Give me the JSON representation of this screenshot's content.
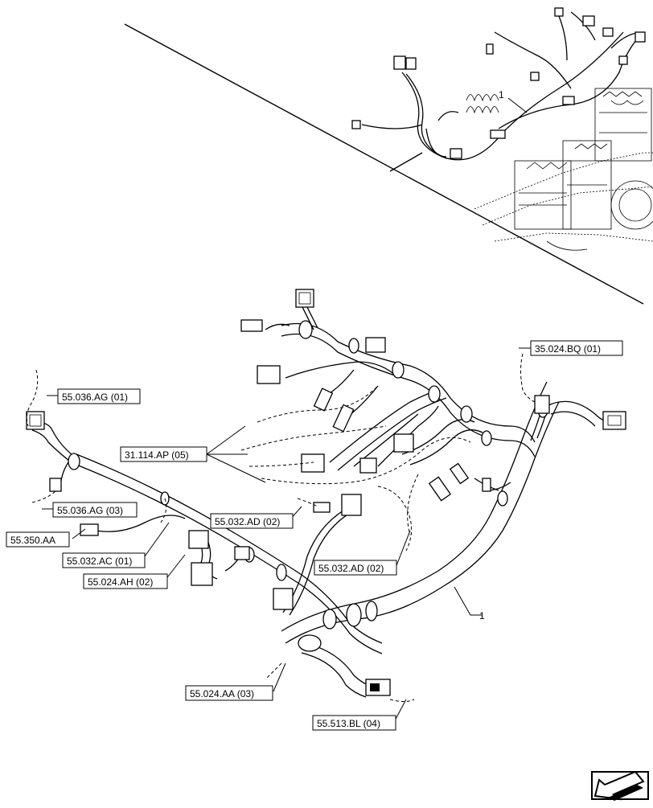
{
  "item_number": "1",
  "labels": {
    "l1": "35.024.BQ (01)",
    "l2": "55.036.AG (01)",
    "l3": "31.114.AP (05)",
    "l4": "55.036.AG (03)",
    "l5": "55.032.AD (02)",
    "l6": "55.350.AA",
    "l7": "55.032.AC (01)",
    "l8": "55.032.AD (02)",
    "l9": "55.024.AH (02)",
    "l10": "55.024.AA (03)",
    "l11": "55.513.BL (04)"
  },
  "icons": {
    "nav": "next-page-arrow-icon"
  }
}
